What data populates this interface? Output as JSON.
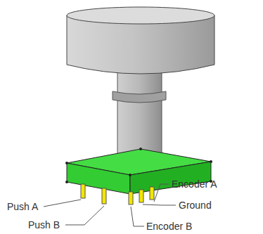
{
  "diagram": {
    "labels": [
      "Encoder A",
      "Push A",
      "Ground",
      "Push B",
      "Encoder B"
    ]
  }
}
